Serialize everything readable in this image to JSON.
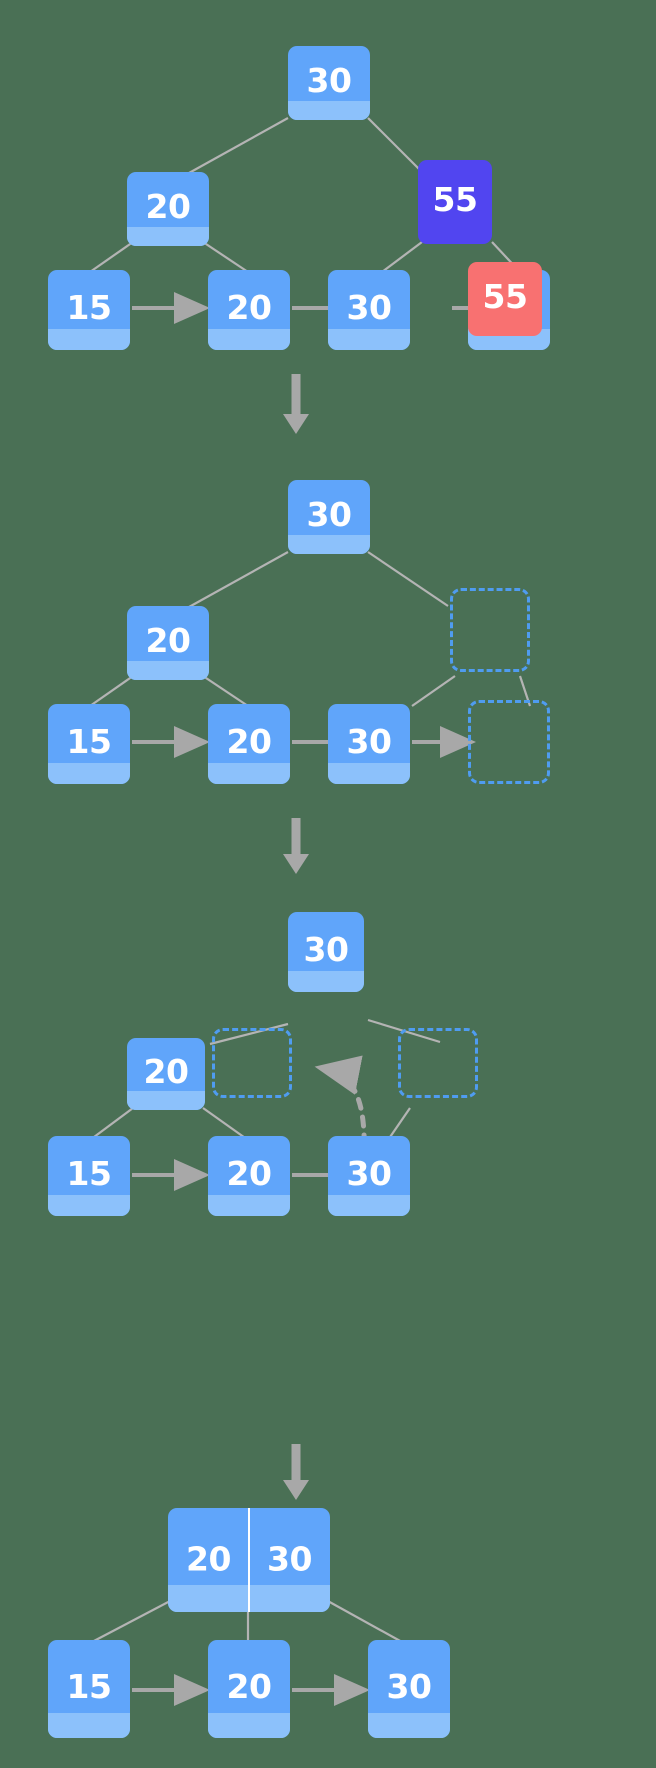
{
  "diagram": {
    "title": "B+ tree deletion of key 55 — merge / redistribute sequence",
    "type": "tree-transformation-sequence",
    "background_color": "#4a7055",
    "palette": {
      "node_fill": "#60a5fa",
      "node_fill_light_band": "#8cc1fb",
      "node_text": "#ffffff",
      "highlight_purple": "#5145f0",
      "highlight_red": "#f87171",
      "edge_gray": "#a8a8a8",
      "ghost_dashed_border": "#4f9cf0",
      "step_arrow": "#a8a8a8"
    }
  },
  "stages": [
    {
      "id": "stage-1",
      "name": "initial-tree-with-target-highlighted",
      "root": {
        "label": "30"
      },
      "internal": [
        {
          "label": "20",
          "state": "normal"
        },
        {
          "label": "55",
          "state": "highlight-purple"
        }
      ],
      "leaves": [
        {
          "label": "15",
          "state": "normal"
        },
        {
          "label": "20",
          "state": "normal"
        },
        {
          "label": "30",
          "state": "normal"
        },
        {
          "label": "55",
          "state": "highlight-red"
        }
      ]
    },
    {
      "id": "stage-2",
      "name": "key-removed-slots-vacated",
      "root": {
        "label": "30"
      },
      "internal": [
        {
          "label": "20",
          "state": "normal"
        },
        {
          "label": "",
          "state": "ghost"
        }
      ],
      "leaves": [
        {
          "label": "15",
          "state": "normal"
        },
        {
          "label": "20",
          "state": "normal"
        },
        {
          "label": "30",
          "state": "normal"
        },
        {
          "label": "",
          "state": "ghost"
        }
      ]
    },
    {
      "id": "stage-3",
      "name": "separator-pulled-down-from-root",
      "root": {
        "label": "30"
      },
      "internal": [
        {
          "label": "20",
          "state": "normal"
        },
        {
          "label": "",
          "state": "ghost"
        },
        {
          "label": "",
          "state": "ghost"
        }
      ],
      "leaves": [
        {
          "label": "15",
          "state": "normal"
        },
        {
          "label": "20",
          "state": "normal"
        },
        {
          "label": "30",
          "state": "normal"
        }
      ],
      "annotation_arrow": {
        "name": "pull-down-dashed-arrow",
        "style": "dashed-curved",
        "direction": "from-root-to-left-ghost-slot"
      }
    },
    {
      "id": "stage-4",
      "name": "merged-result",
      "root": {
        "labels": [
          "20",
          "30"
        ],
        "cells": 2
      },
      "leaves": [
        {
          "label": "15",
          "state": "normal"
        },
        {
          "label": "20",
          "state": "normal"
        },
        {
          "label": "30",
          "state": "normal"
        }
      ]
    }
  ],
  "step_arrows": [
    {
      "name": "step-arrow-1-to-2"
    },
    {
      "name": "step-arrow-2-to-3"
    },
    {
      "name": "step-arrow-3-to-4"
    }
  ]
}
